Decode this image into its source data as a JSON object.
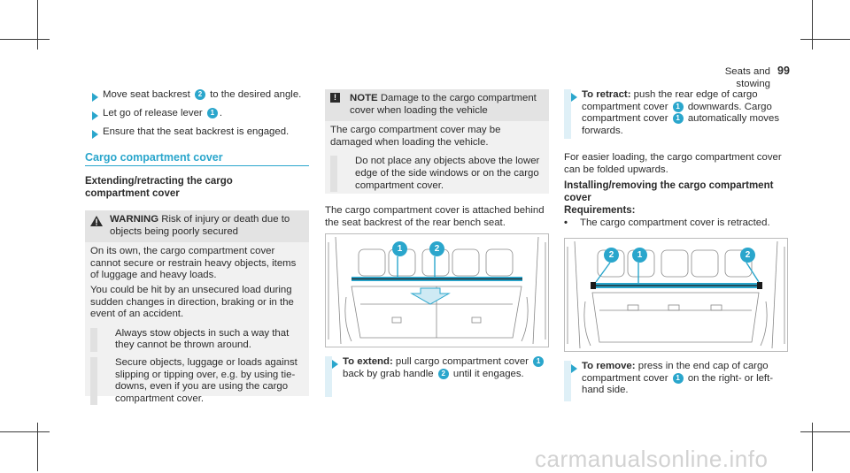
{
  "header": {
    "section": "Seats and stowing",
    "page": "99"
  },
  "col1": {
    "step1": [
      "Move seat backrest ",
      "2",
      " to the desired angle."
    ],
    "step2": [
      "Let go of release lever ",
      "1",
      "."
    ],
    "step3": "Ensure that the seat backrest is engaged.",
    "section_title": "Cargo compartment cover",
    "sub_title": "Extending/retracting the cargo compartment cover",
    "warning": {
      "label": "WARNING",
      "head": "Risk of injury or death due to objects being poorly secured",
      "body": "On its own, the cargo compartment cover cannot secure or restrain heavy objects, items of luggage and heavy loads.",
      "body2": "You could be hit by an unsecured load during sudden changes in direction, braking or in the event of an accident.",
      "step1": "Always stow objects in such a way that they cannot be thrown around.",
      "step2": "Secure objects, luggage or loads against slipping or tipping over, e.g. by using tie-downs, even if you are using the cargo compartment cover."
    }
  },
  "col2": {
    "note": {
      "label": "NOTE",
      "head": "Damage to the cargo compartment cover when loading the vehicle",
      "body": "The cargo compartment cover may be damaged when loading the vehicle.",
      "step": "Do not place any objects above the lower edge of the side windows or on the cargo compartment cover."
    },
    "para": "The cargo compartment cover is attached behind the seat backrest of the rear bench seat.",
    "figure_badges": [
      "1",
      "2"
    ],
    "step_label": "To extend:",
    "step_text": [
      "pull cargo compartment cover ",
      "1",
      " back by grab handle ",
      "2",
      " until it engages."
    ]
  },
  "col3": {
    "step1_label": "To retract:",
    "step1_text": [
      "push the rear edge of cargo compartment cover ",
      "1",
      " downwards. Cargo compartment cover ",
      "1",
      " automatically moves forwards."
    ],
    "para": "For easier loading, the cargo compartment cover can be folded upwards.",
    "sub_title": "Installing/removing the cargo compartment cover",
    "req_label": "Requirements:",
    "req_item": "The cargo compartment cover is retracted.",
    "figure_badges": [
      "2",
      "1",
      "2"
    ],
    "step2_label": "To remove:",
    "step2_text": [
      "press in the end cap of cargo compartment cover ",
      "1",
      " on the right- or left-hand side."
    ]
  },
  "footer": {
    "watermark": "carmanualsonline.info"
  },
  "colors": {
    "accent": "#2aa6cc",
    "box": "#f1f1f1",
    "boxhead": "#e3e3e3"
  }
}
